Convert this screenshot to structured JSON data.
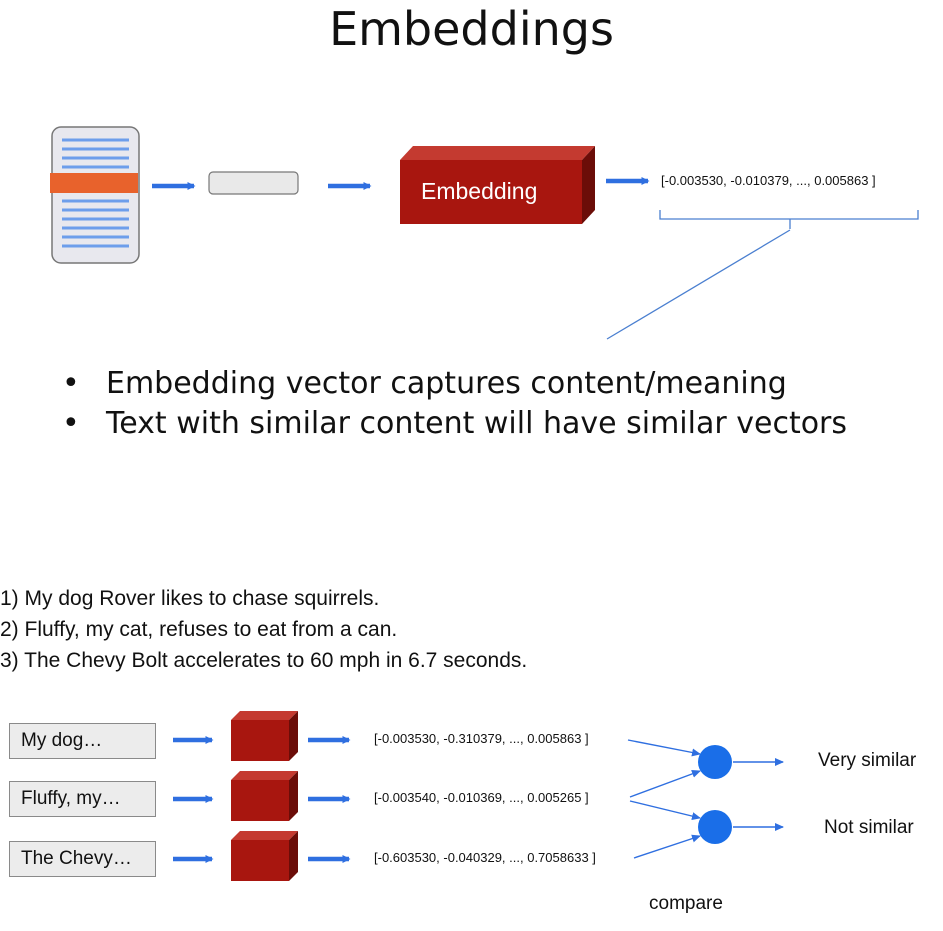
{
  "title": "Embeddings",
  "top_flow": {
    "model_label": "Embedding",
    "vector": "[-0.003530, -0.010379, ..., 0.005863 ]"
  },
  "bullets": [
    "Embedding vector captures content/meaning",
    "Text with similar content will have similar vectors"
  ],
  "sentences": [
    "1) My dog Rover likes to chase squirrels.",
    "2) Fluffy, my cat, refuses to eat from a can.",
    "3) The Chevy Bolt accelerates to 60 mph in 6.7 seconds."
  ],
  "rows": [
    {
      "input": "My dog…",
      "vector": "[-0.003530, -0.310379, ..., 0.005863 ]"
    },
    {
      "input": "Fluffy, my…",
      "vector": "[-0.003540, -0.010369, ..., 0.005265 ]"
    },
    {
      "input": "The Chevy…",
      "vector": "[-0.603530, -0.040329, ..., 0.7058633 ]"
    }
  ],
  "results": [
    "Very similar",
    "Not similar"
  ],
  "compare_label": "compare",
  "colors": {
    "arrow_blue": "#2f6fe0",
    "node_blue": "#1a6ee8",
    "cube_front": "#a8160f",
    "cube_top": "#c43a30",
    "cube_side": "#6b0d08",
    "doc_line": "#6d9eeb",
    "highlight": "#e8622c"
  }
}
